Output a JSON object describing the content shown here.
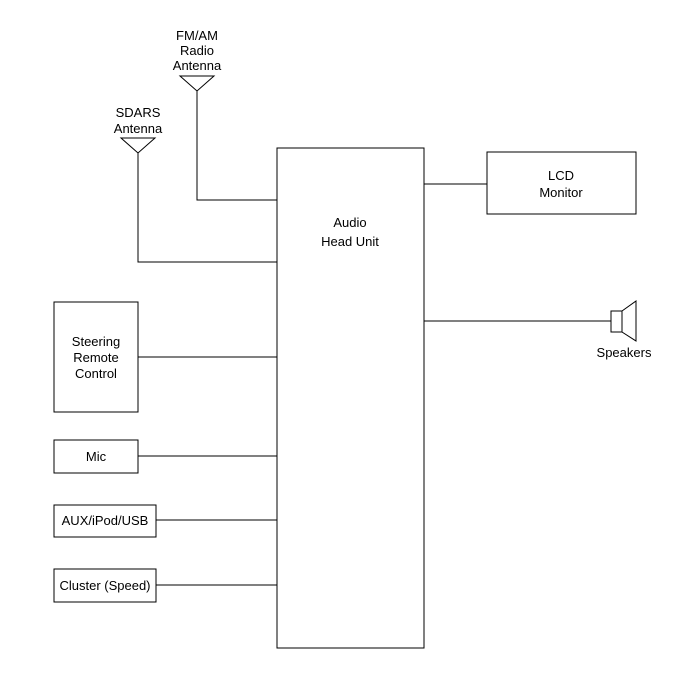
{
  "head_unit": {
    "lines": [
      "Audio",
      "Head Unit"
    ]
  },
  "fm_am_antenna": {
    "lines": [
      "FM/AM",
      "Radio",
      "Antenna"
    ]
  },
  "sdars_antenna": {
    "lines": [
      "SDARS",
      "Antenna"
    ]
  },
  "lcd_monitor": {
    "lines": [
      "LCD",
      "Monitor"
    ]
  },
  "speakers": {
    "label": "Speakers"
  },
  "steering_remote": {
    "lines": [
      "Steering",
      "Remote",
      "Control"
    ]
  },
  "mic": {
    "label": "Mic"
  },
  "aux": {
    "label": "AUX/iPod/USB"
  },
  "cluster": {
    "label": "Cluster (Speed)"
  }
}
